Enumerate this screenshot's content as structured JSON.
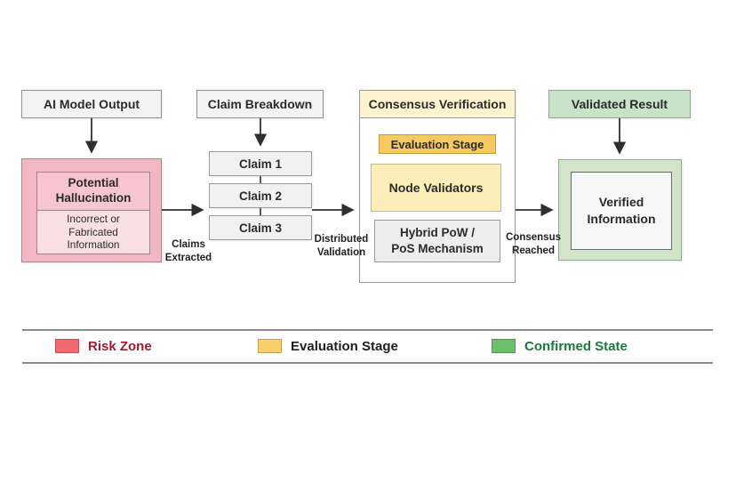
{
  "diagram": {
    "stage1": {
      "header": "AI Model Output",
      "title": "Potential Hallucination",
      "subtitle": "Incorrect or Fabricated Information"
    },
    "stage2": {
      "header": "Claim Breakdown",
      "claims": [
        "Claim 1",
        "Claim 2",
        "Claim 3"
      ]
    },
    "stage3": {
      "header": "Consensus Verification",
      "evaluation_stage": "Evaluation Stage",
      "node_validators": "Node Validators",
      "mechanism": "Hybrid PoW / PoS Mechanism"
    },
    "stage4": {
      "header": "Validated Result",
      "result": "Verified Information"
    },
    "edges": {
      "claims_extracted": "Claims Extracted",
      "distributed_validation": "Distributed Validation",
      "consensus_reached": "Consensus Reached"
    }
  },
  "legend": {
    "items": [
      {
        "label": "Risk Zone",
        "swatch": "#f1696e",
        "text_color": "#9e1b32"
      },
      {
        "label": "Evaluation Stage",
        "swatch": "#f9d06b",
        "text_color": "#1f1f1f"
      },
      {
        "label": "Confirmed State",
        "swatch": "#6dbf6c",
        "text_color": "#1d7a3e"
      }
    ]
  },
  "colors": {
    "risk_fill": "#f2b7c2",
    "risk_inner_top": "#f6c5cd",
    "risk_inner_bottom": "#fadfe3",
    "eval_header_fill": "#fdf3cf",
    "eval_stage_fill": "#f6c95f",
    "validators_fill": "#fceebb",
    "confirmed_header_fill": "#c9e3c9",
    "confirmed_fill": "#d2e5cb"
  }
}
